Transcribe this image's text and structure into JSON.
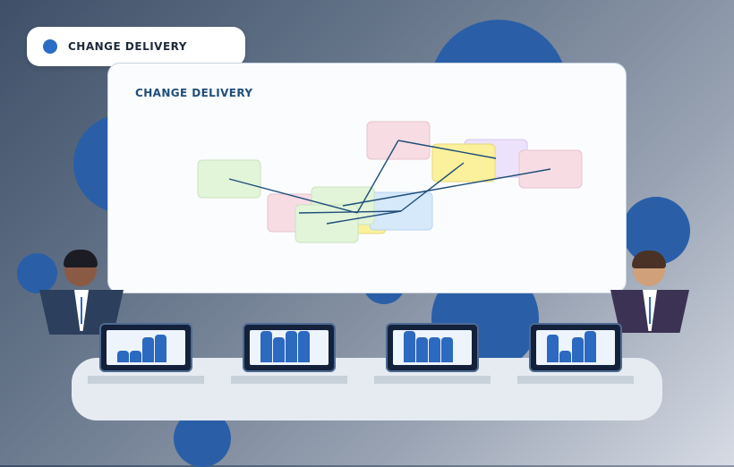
{
  "badge": {
    "label": "CHANGE DELIVERY"
  },
  "board": {
    "title": "CHANGE DELIVERY"
  },
  "colors": {
    "accent": "#2b6cc4",
    "connector": "#1f4e79",
    "node_green": "#e2f5d9",
    "node_pink": "#f7dde3",
    "node_yellow": "#fbf19c",
    "node_lavender": "#ece2fb",
    "node_blue": "#d5e9fb"
  },
  "laptops": [
    {
      "bars": [
        0.35,
        0.35,
        0.75,
        0.85
      ]
    },
    {
      "bars": [
        0.95,
        0.75,
        0.95,
        0.95
      ]
    },
    {
      "bars": [
        0.95,
        0.75,
        0.75,
        0.75
      ]
    },
    {
      "bars": [
        0.85,
        0.35,
        0.75,
        0.95
      ]
    }
  ],
  "people": [
    {
      "side": "left",
      "skin": "#8a5a44",
      "hair": "#1c1c24",
      "jacket": "#2c3f5c"
    },
    {
      "side": "right",
      "skin": "#d0a07a",
      "hair": "#4a3226",
      "jacket": "#3c3254"
    }
  ]
}
